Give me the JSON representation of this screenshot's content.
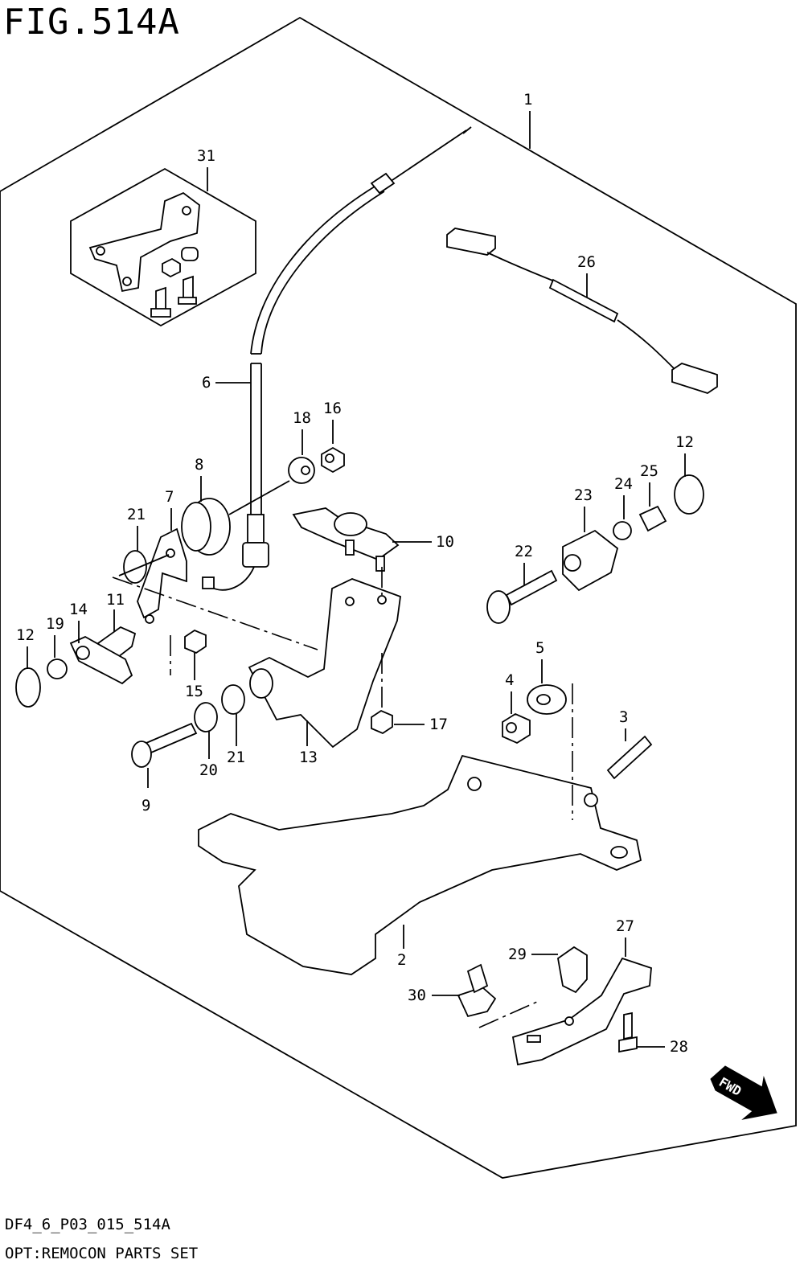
{
  "figure": {
    "title": "FIG.514A",
    "code": "DF4_6_P03_015_514A",
    "caption": "OPT:REMOCON PARTS SET",
    "fwd_label": "FWD"
  },
  "callouts": [
    {
      "id": "c1",
      "number": "1"
    },
    {
      "id": "c2",
      "number": "2"
    },
    {
      "id": "c3",
      "number": "3"
    },
    {
      "id": "c4",
      "number": "4"
    },
    {
      "id": "c5",
      "number": "5"
    },
    {
      "id": "c6",
      "number": "6"
    },
    {
      "id": "c7",
      "number": "7"
    },
    {
      "id": "c8",
      "number": "8"
    },
    {
      "id": "c9",
      "number": "9"
    },
    {
      "id": "c10",
      "number": "10"
    },
    {
      "id": "c11",
      "number": "11"
    },
    {
      "id": "c12a",
      "number": "12"
    },
    {
      "id": "c12b",
      "number": "12"
    },
    {
      "id": "c13",
      "number": "13"
    },
    {
      "id": "c14",
      "number": "14"
    },
    {
      "id": "c15",
      "number": "15"
    },
    {
      "id": "c16",
      "number": "16"
    },
    {
      "id": "c17",
      "number": "17"
    },
    {
      "id": "c18",
      "number": "18"
    },
    {
      "id": "c19",
      "number": "19"
    },
    {
      "id": "c20",
      "number": "20"
    },
    {
      "id": "c21a",
      "number": "21"
    },
    {
      "id": "c21b",
      "number": "21"
    },
    {
      "id": "c22",
      "number": "22"
    },
    {
      "id": "c23",
      "number": "23"
    },
    {
      "id": "c24",
      "number": "24"
    },
    {
      "id": "c25",
      "number": "25"
    },
    {
      "id": "c26",
      "number": "26"
    },
    {
      "id": "c27",
      "number": "27"
    },
    {
      "id": "c28",
      "number": "28"
    },
    {
      "id": "c29",
      "number": "29"
    },
    {
      "id": "c30",
      "number": "30"
    },
    {
      "id": "c31",
      "number": "31"
    }
  ]
}
